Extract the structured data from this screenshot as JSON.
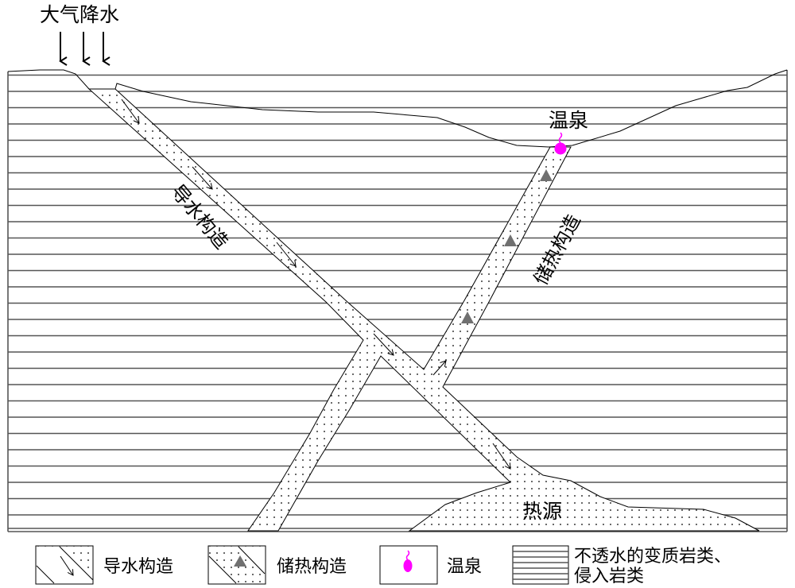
{
  "title_labels": {
    "precipitation": "大气降水",
    "hot_spring": "温泉",
    "conduit": "导水构造",
    "storage": "储热构造",
    "heat_source": "热源"
  },
  "legend": [
    {
      "label": "导水构造",
      "icon": "conduit-structure-icon"
    },
    {
      "label": "储热构造",
      "icon": "heat-storage-structure-icon"
    },
    {
      "label": "温泉",
      "icon": "hot-spring-icon"
    },
    {
      "label_line1": "不透水的变质岩类、",
      "label_line2": "侵入岩类",
      "icon": "impermeable-rock-icon"
    }
  ],
  "colors": {
    "hot_spring": "#ff00ff",
    "triangle": "#707070",
    "strata": "#555555"
  }
}
